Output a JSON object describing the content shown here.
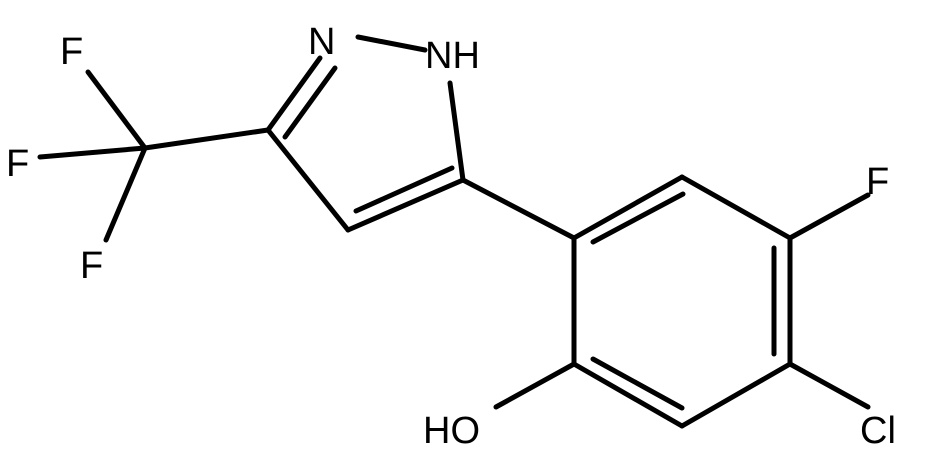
{
  "labels": {
    "n1": "N",
    "nh": "NH",
    "f_top": "F",
    "f_mid": "F",
    "f_bot": "F",
    "f_ring": "F",
    "oh": "HO",
    "cl": "Cl"
  },
  "colors": {
    "bond": "#000000",
    "text": "#000000",
    "background": "#ffffff"
  }
}
